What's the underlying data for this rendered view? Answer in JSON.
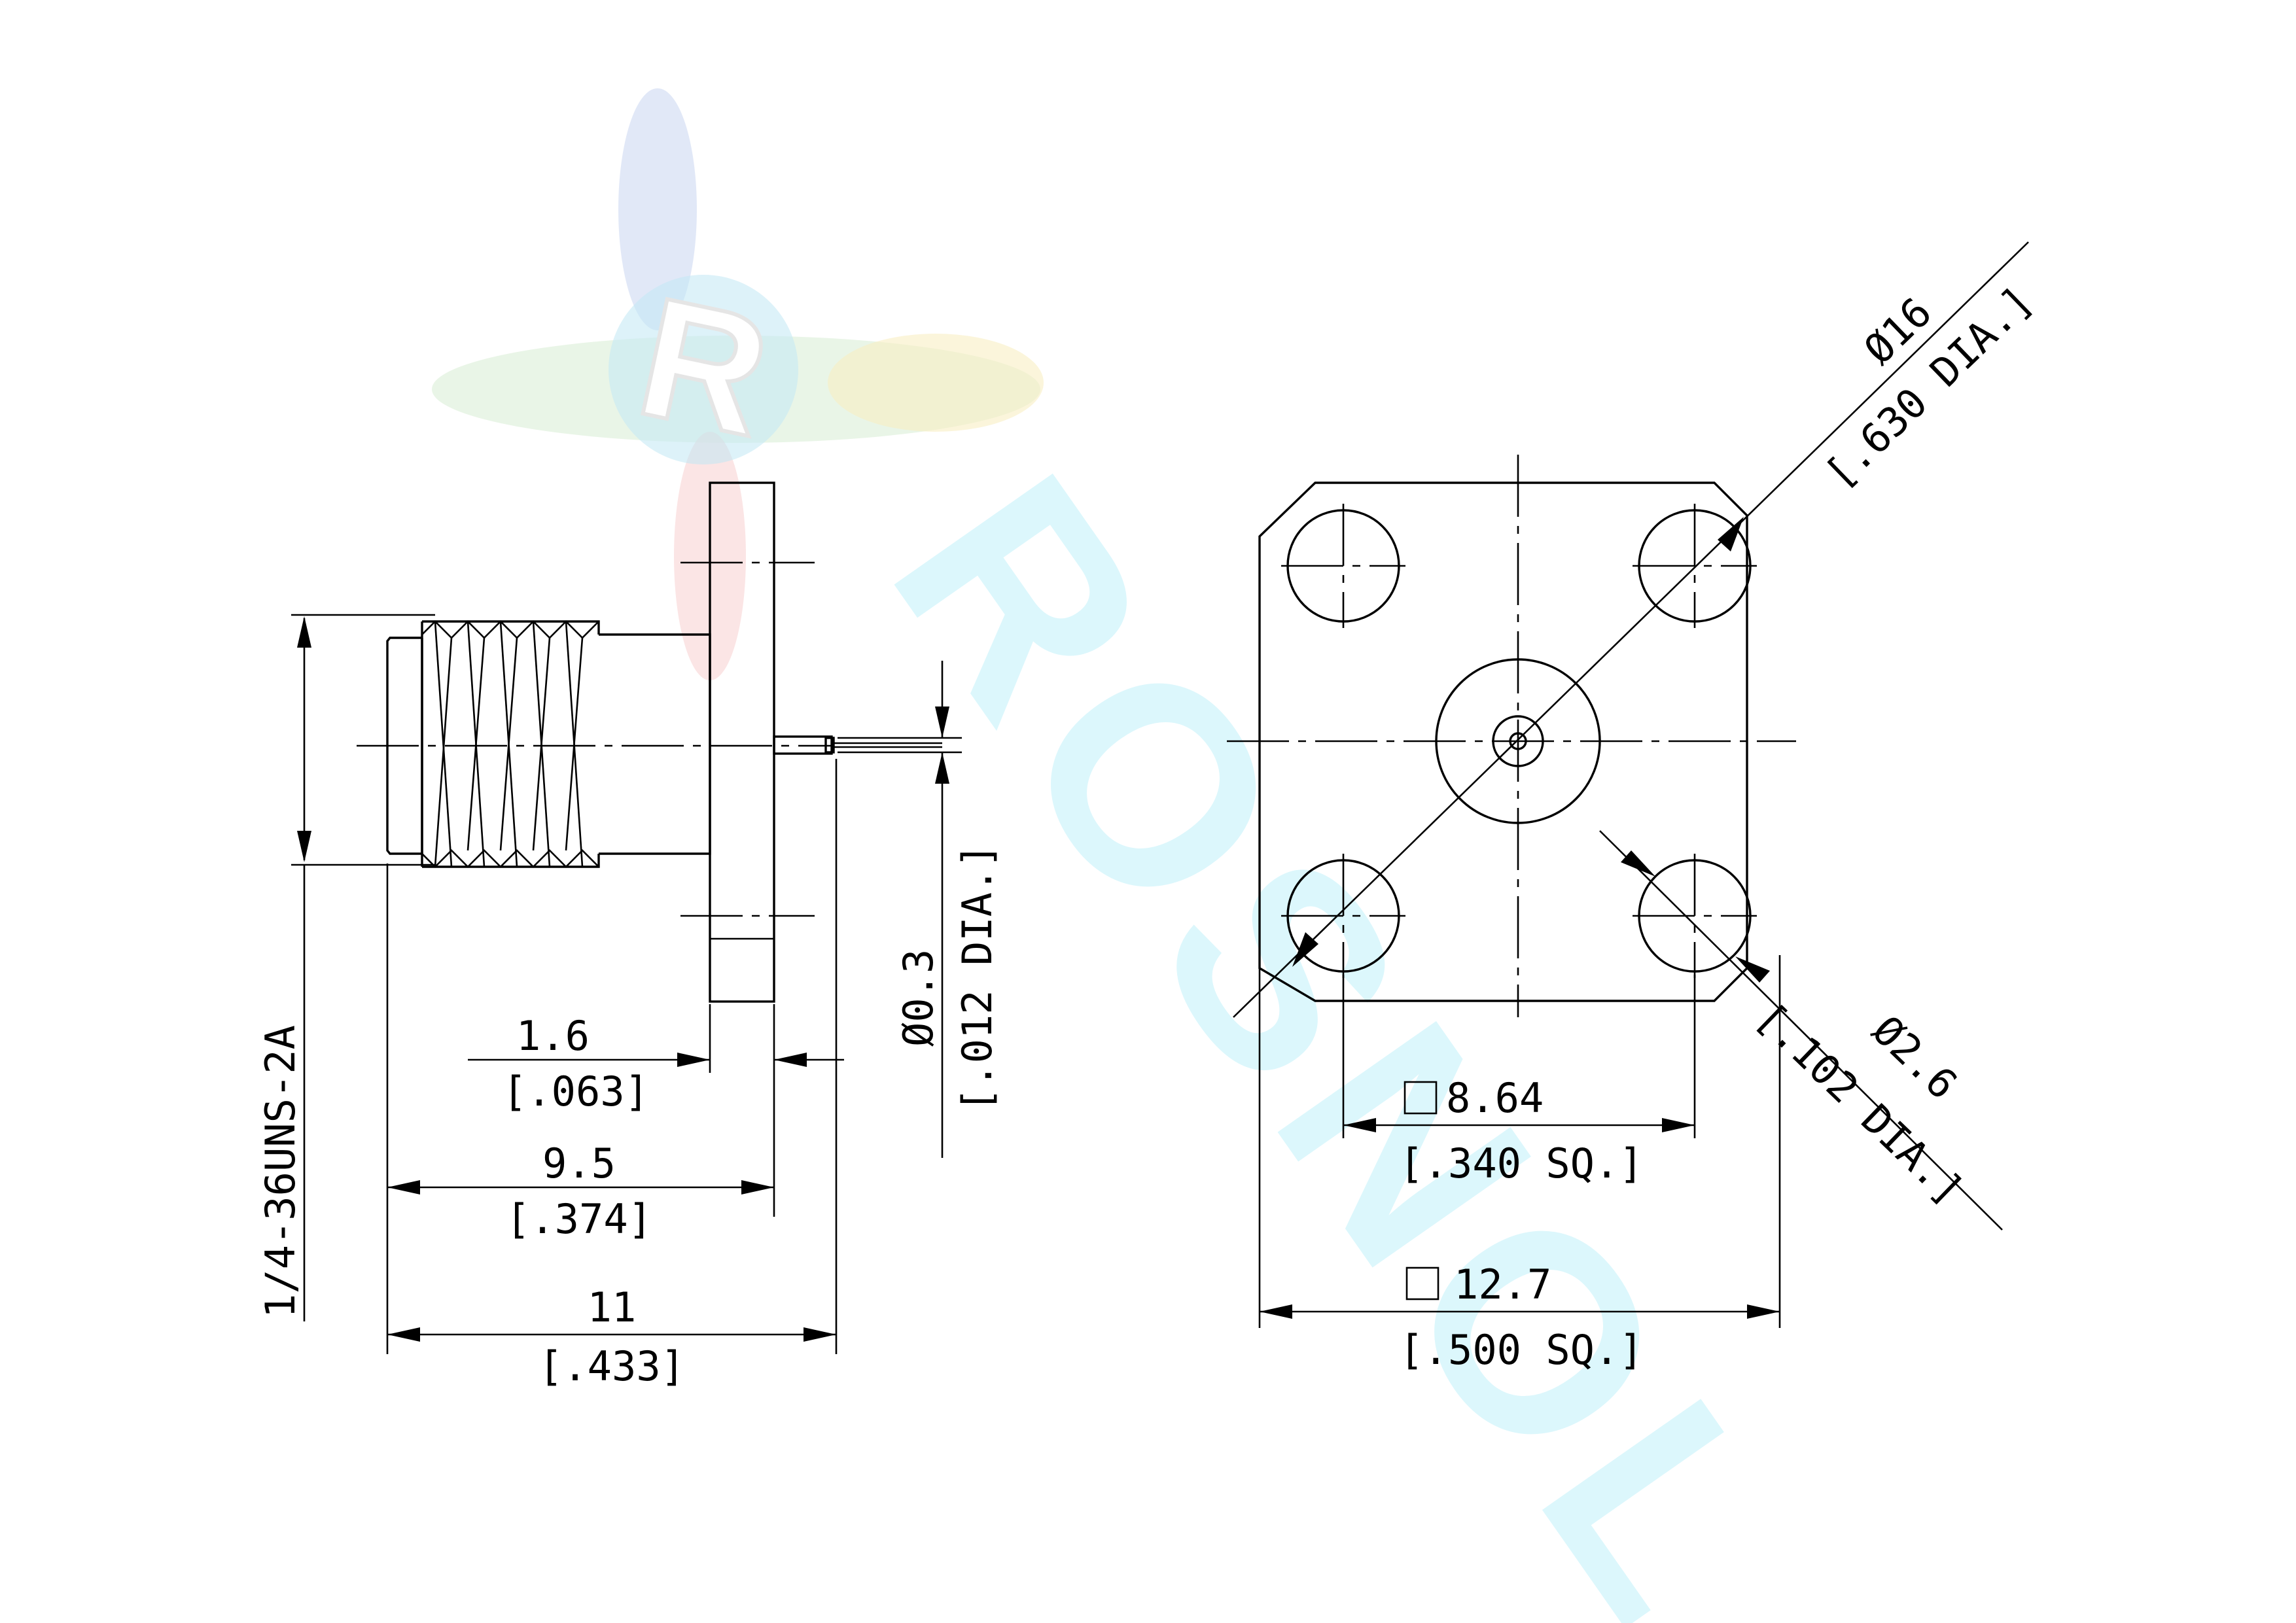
{
  "drawing": {
    "thread_spec": "1/4-36UNS-2A",
    "side_view": {
      "flange_thickness": {
        "metric": "1.6",
        "imperial": "[.063]"
      },
      "body_length": {
        "metric": "9.5",
        "imperial": "[.374]"
      },
      "overall_length": {
        "metric": "11",
        "imperial": "[.433]"
      },
      "pin_diameter": {
        "metric": "Ø0.3",
        "imperial": "[.012 DIA.]"
      }
    },
    "front_view": {
      "bolt_circle": {
        "metric": "Ø16",
        "imperial": "[.630 DIA.]"
      },
      "hole_diameter": {
        "metric": "Ø2.6",
        "imperial": "[.102 DIA.]"
      },
      "hole_spacing": {
        "metric": "8.64",
        "imperial": "[.340 SQ.]"
      },
      "flange_size": {
        "metric": "12.7",
        "imperial": "[.500 SQ.]"
      }
    }
  },
  "watermark": {
    "logo_letter": "R",
    "brand_text": "ROSNOL",
    "colors": {
      "blue": "#9fb4e6",
      "red": "#f0a0a0",
      "green": "#a8d8a0",
      "yellow": "#f4e08a",
      "cyan": "#8fe6f6"
    }
  }
}
